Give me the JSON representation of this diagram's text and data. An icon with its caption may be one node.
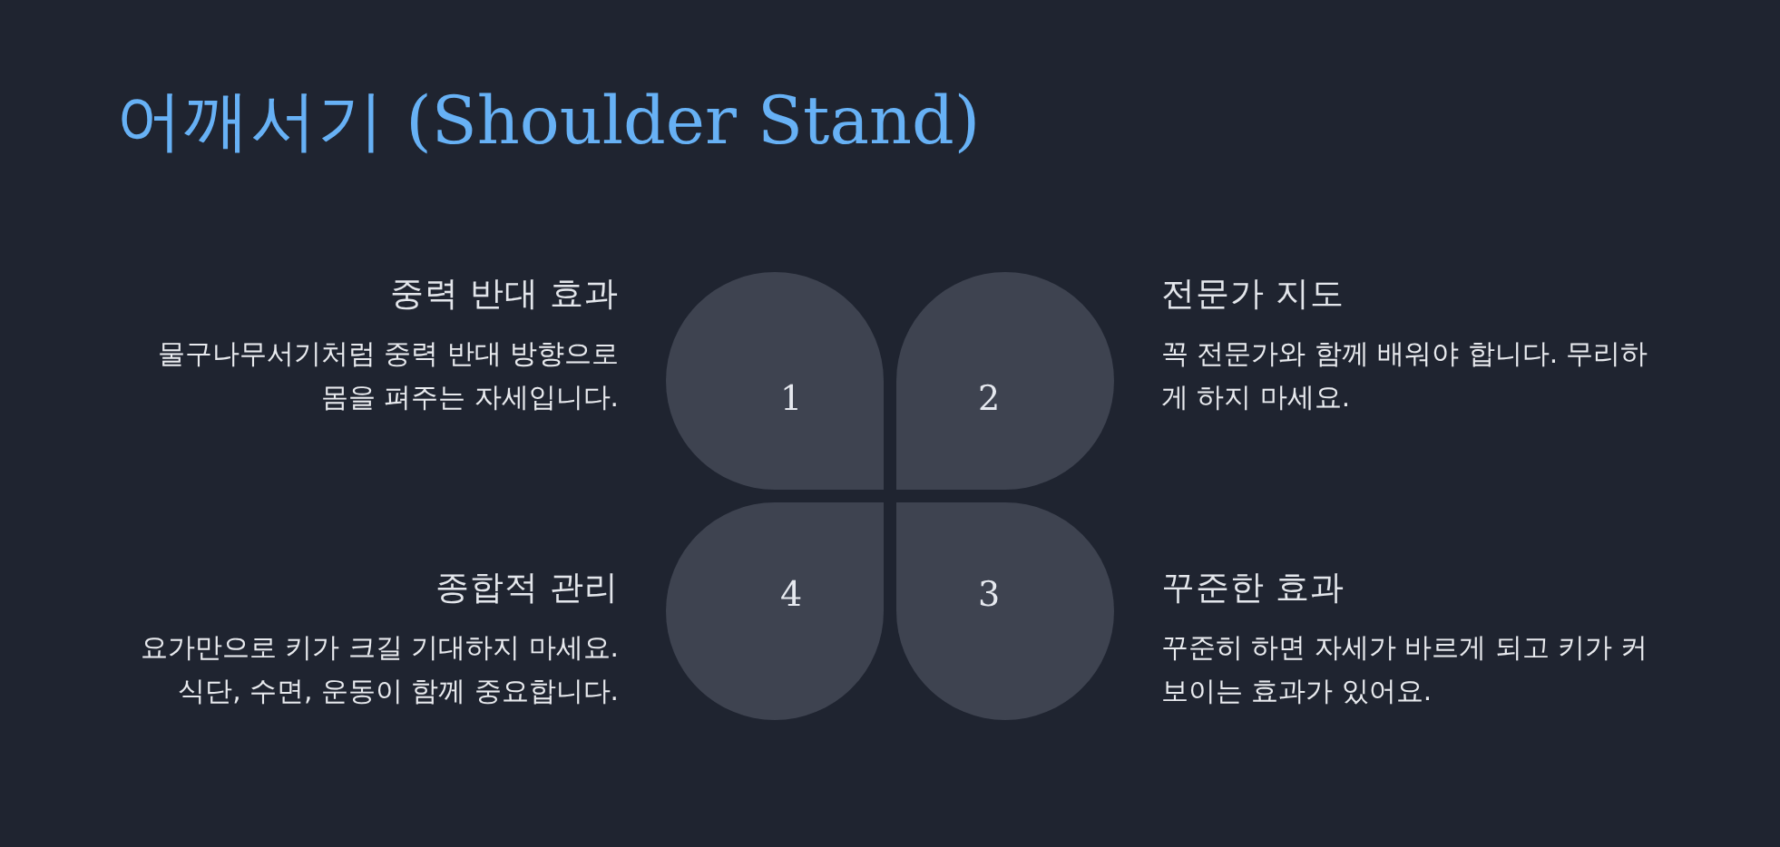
{
  "diagram": {
    "title": "어깨서기 (Shoulder Stand)",
    "nodes": [
      {
        "text": [
          "1"
        ],
        "beside": [
          "중력 반대 효과",
          "물구나무서기처럼 중력 반대 방향으로 몸을 펴주는 자세입니다."
        ]
      },
      {
        "text": [
          "2"
        ],
        "beside": [
          "전문가 지도",
          "꼭 전문가와 함께 배워야 합니다. 무리하게 하지 마세요."
        ]
      },
      {
        "text": [
          "4"
        ],
        "beside": [
          "종합적 관리",
          "요가만으로 키가 크길 기대하지 마세요. 식단, 수면, 운동이 함께 중요합니다."
        ]
      },
      {
        "text": [
          "3"
        ],
        "beside": [
          "꾸준한 효과",
          "꾸준히 하면 자세가 바르게 되고 키가 커 보이는 효과가 있어요."
        ]
      }
    ]
  }
}
